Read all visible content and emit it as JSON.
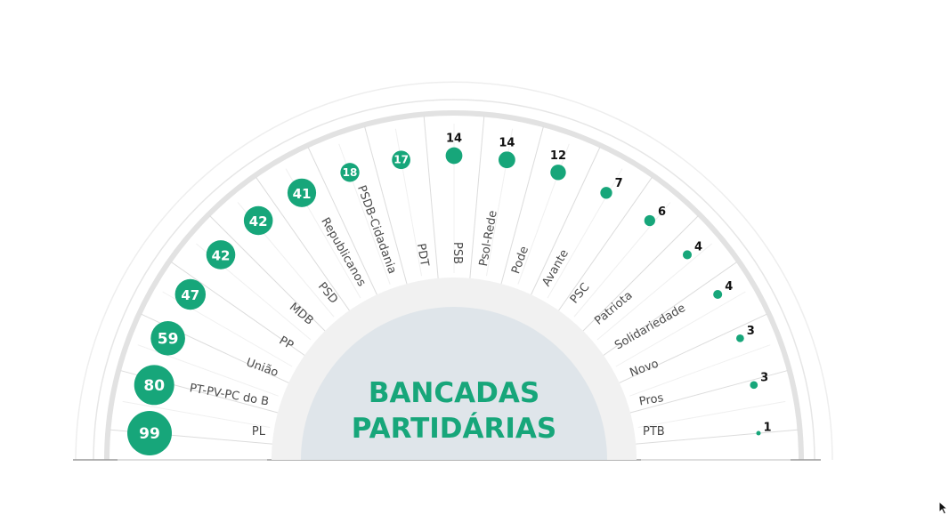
{
  "title_line1": "BANCADAS",
  "title_line2": "PARTIDÁRIAS",
  "colors": {
    "accent": "#17a67a",
    "center_fill": "#dfe5ea",
    "center_ring": "#f1f1f1",
    "rail": "#e2e2e2",
    "spoke": "#dcdcdc",
    "baseline": "#9a9a9a"
  },
  "chart_data": {
    "type": "radial-bubble",
    "title": "BANCADAS PARTIDÁRIAS",
    "categories": [
      "PL",
      "PT-PV-PC do B",
      "União",
      "PP",
      "MDB",
      "PSD",
      "Republicanos",
      "PSDB-Cidadania",
      "PDT",
      "PSB",
      "Psol-Rede",
      "Pode",
      "Avante",
      "PSC",
      "Patriota",
      "Solidariedade",
      "Novo",
      "Pros",
      "PTB"
    ],
    "values": [
      99,
      80,
      59,
      47,
      42,
      42,
      41,
      18,
      17,
      14,
      14,
      12,
      7,
      6,
      4,
      4,
      3,
      3,
      1
    ]
  },
  "cursor_icon": "mouse-pointer-icon"
}
